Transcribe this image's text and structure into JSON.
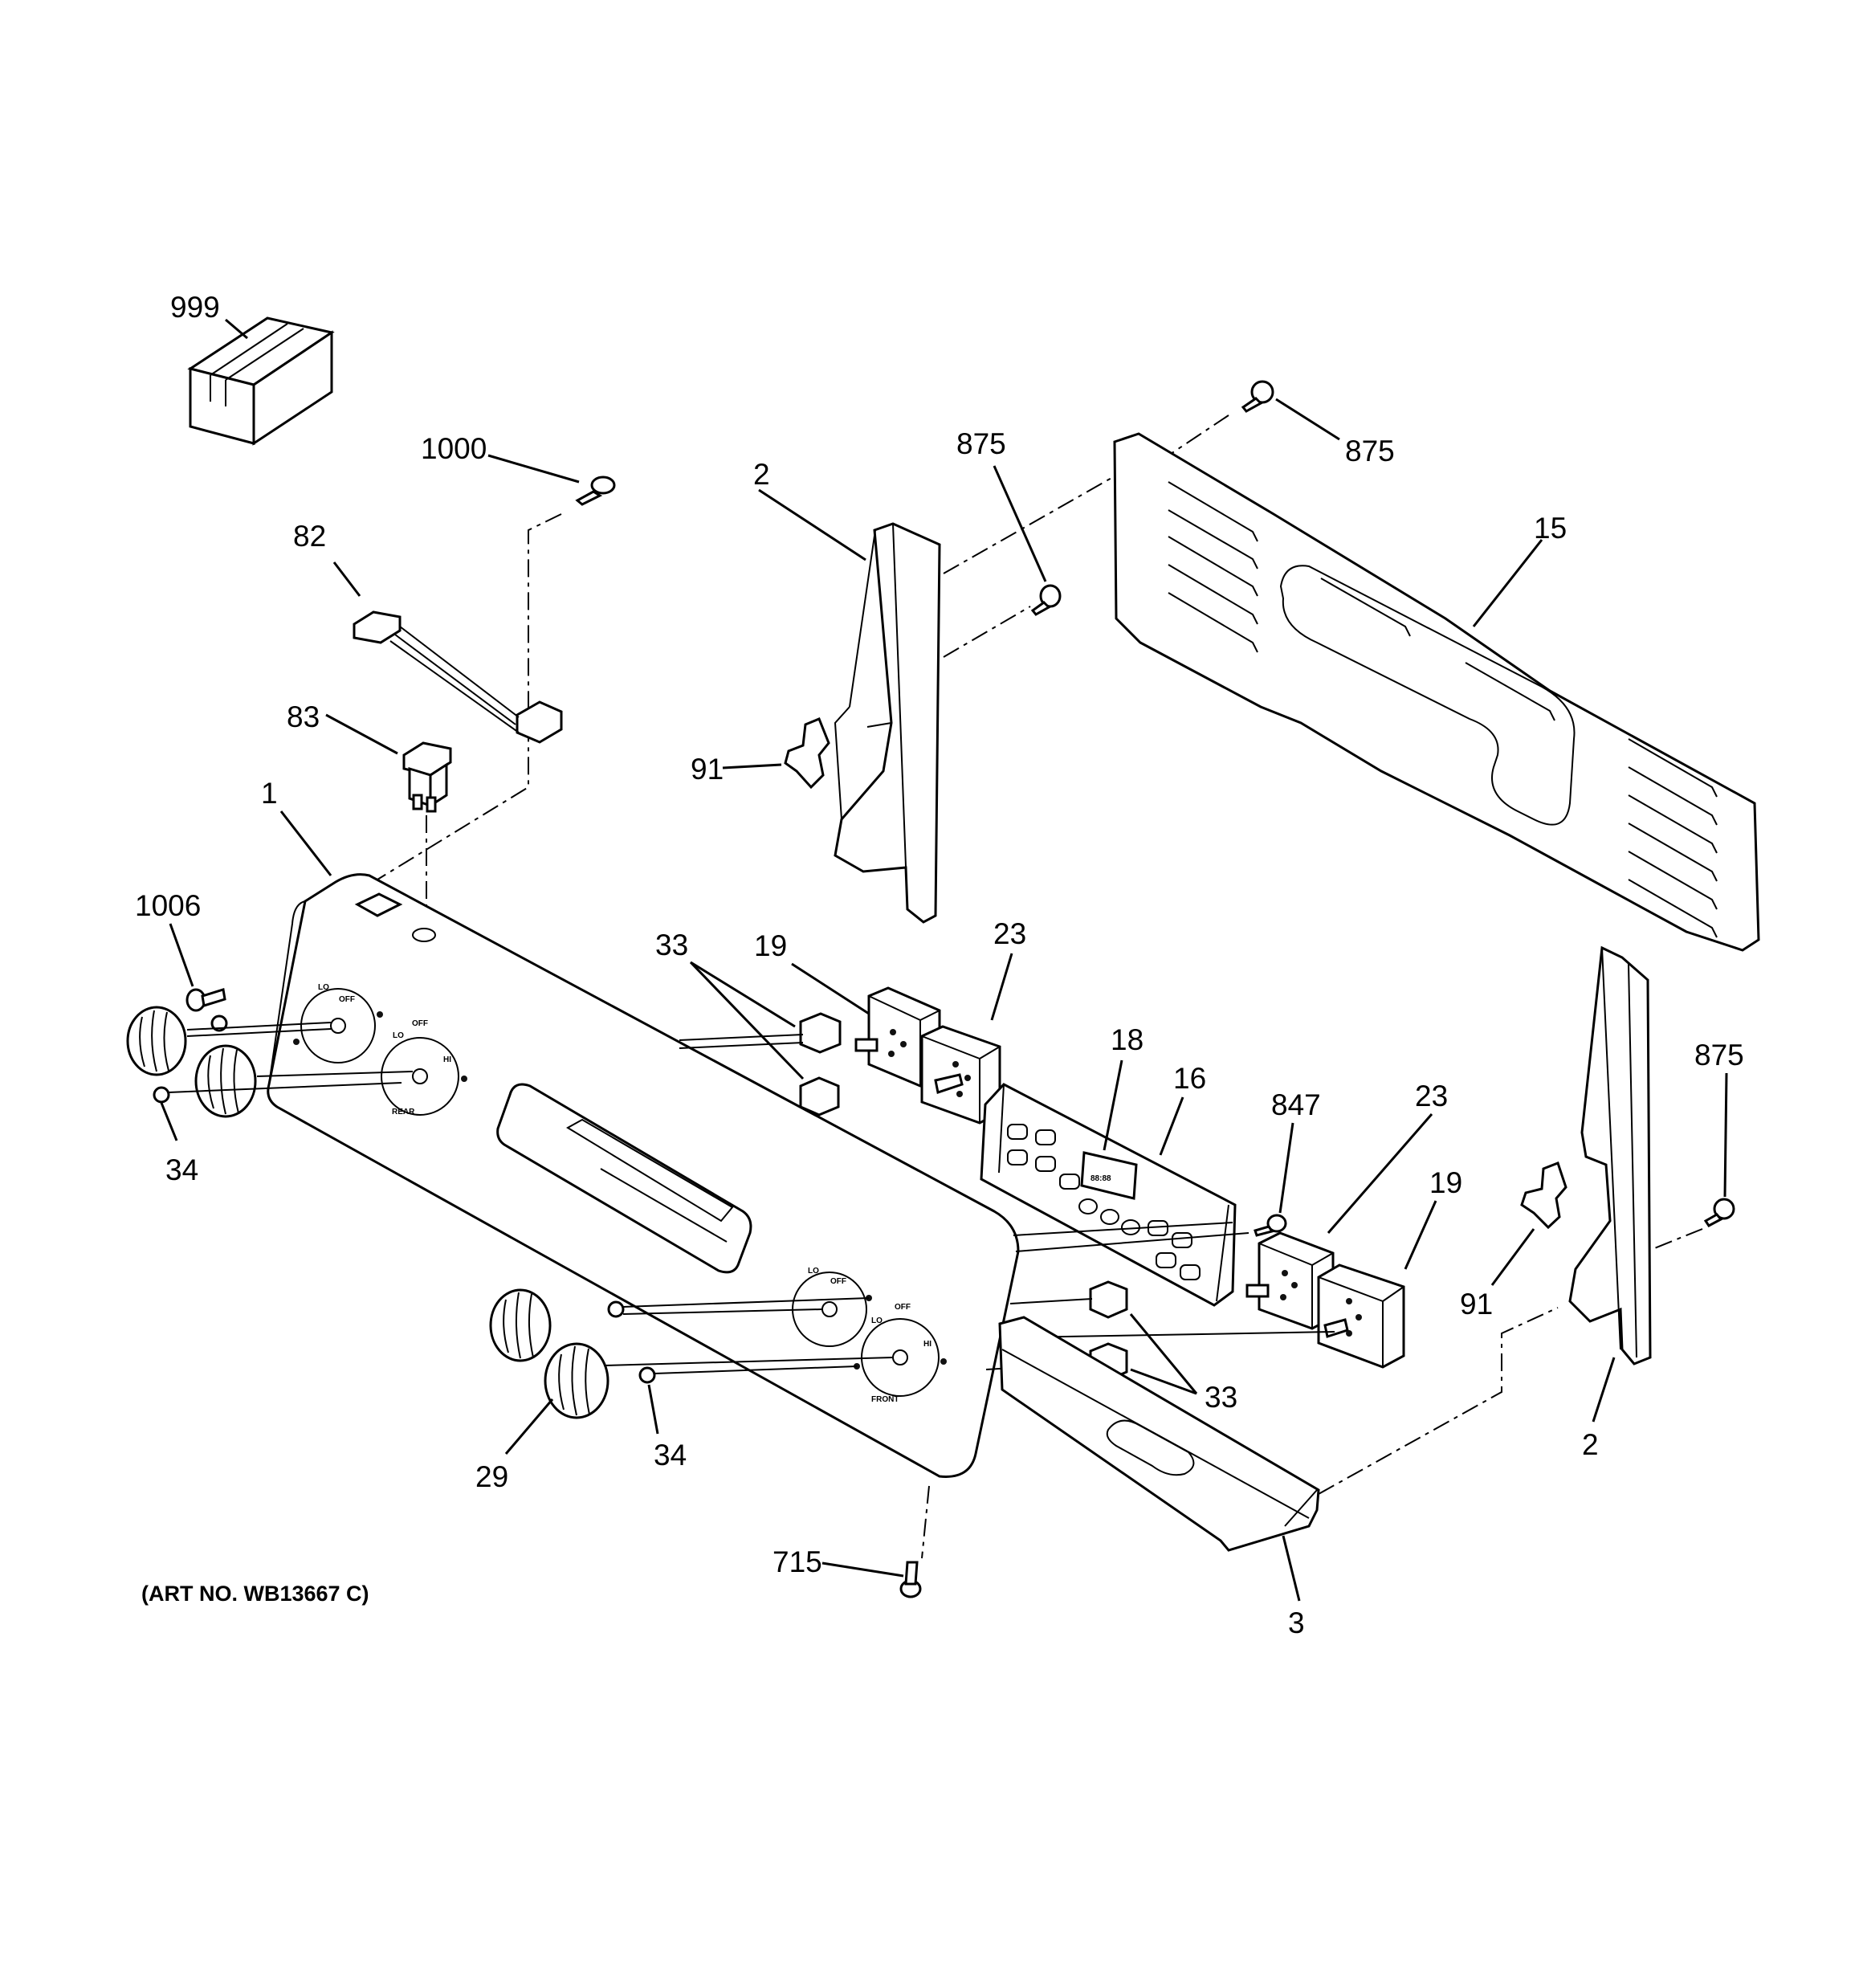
{
  "diagram": {
    "art_number": "(ART NO. WB13667 C)",
    "callouts": {
      "c999": "999",
      "c1000": "1000",
      "c82": "82",
      "c83": "83",
      "c1": "1",
      "c1006": "1006",
      "c34a": "34",
      "c34b": "34",
      "c29": "29",
      "c715": "715",
      "c2a": "2",
      "c2b": "2",
      "c875a": "875",
      "c875b": "875",
      "c875c": "875",
      "c15": "15",
      "c91a": "91",
      "c91b": "91",
      "c33a": "33",
      "c33b": "33",
      "c19a": "19",
      "c19b": "19",
      "c23a": "23",
      "c23b": "23",
      "c18": "18",
      "c16": "16",
      "c847": "847",
      "c3": "3"
    },
    "panel_marks": {
      "lo": "LO",
      "off": "OFF",
      "hi": "HI",
      "rear": "REAR",
      "front": "FRONT"
    },
    "clock_readout": "88:88"
  }
}
